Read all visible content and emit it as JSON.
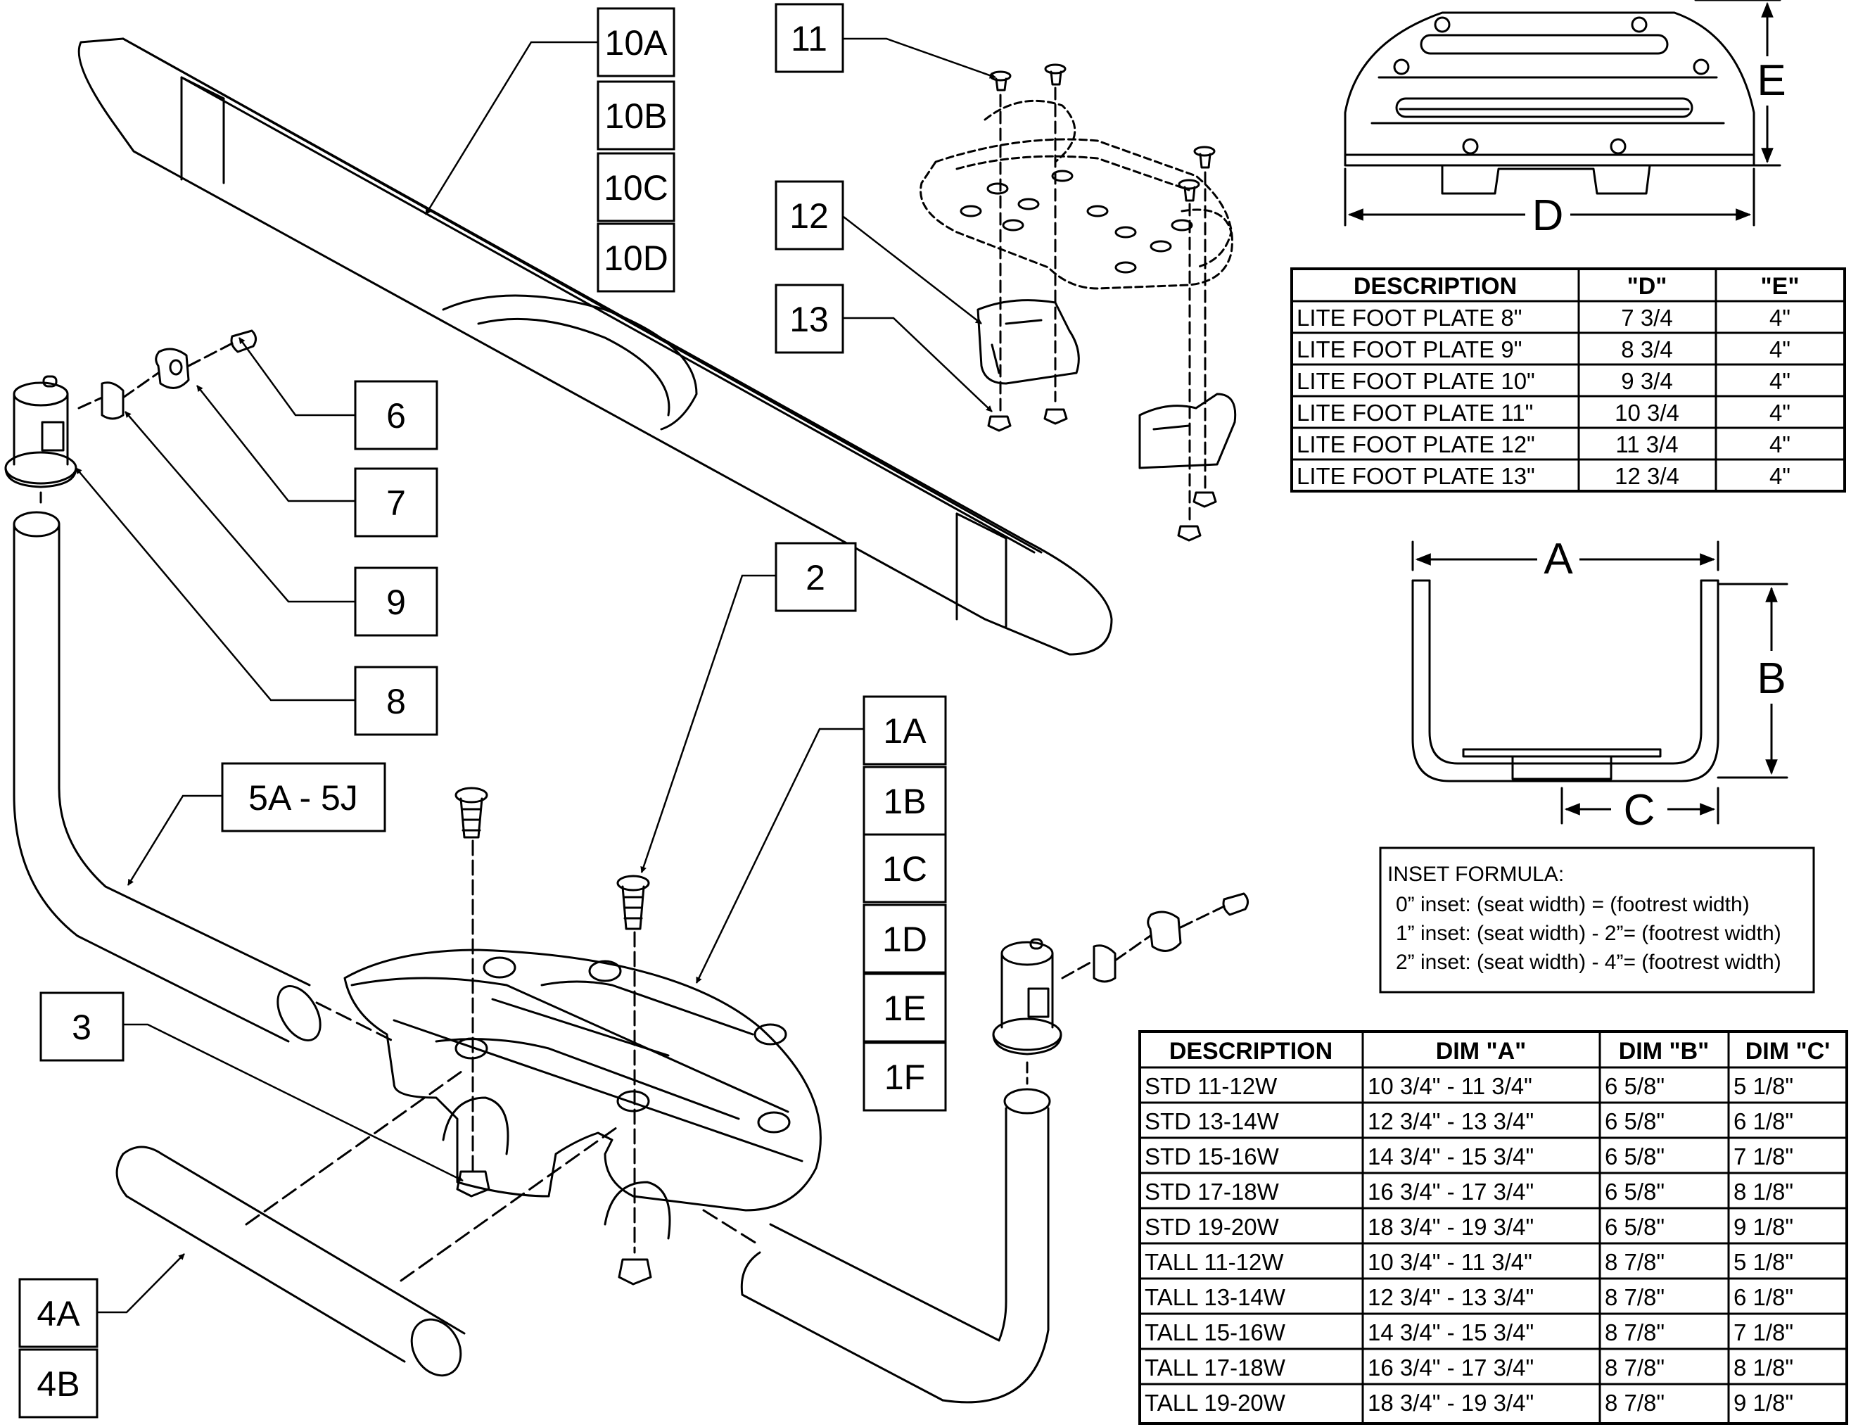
{
  "callouts": {
    "c10A": "10A",
    "c10B": "10B",
    "c10C": "10C",
    "c10D": "10D",
    "c11": "11",
    "c12": "12",
    "c13": "13",
    "c6": "6",
    "c7": "7",
    "c9": "9",
    "c8": "8",
    "c2": "2",
    "c1A": "1A",
    "c1B": "1B",
    "c1C": "1C",
    "c1D": "1D",
    "c1E": "1E",
    "c1F": "1F",
    "c5": "5A - 5J",
    "c3": "3",
    "c4A": "4A",
    "c4B": "4B"
  },
  "dims": {
    "A": "A",
    "B": "B",
    "C": "C",
    "D": "D",
    "E": "E"
  },
  "plate_table": {
    "headers": [
      "DESCRIPTION",
      "\"D\"",
      "\"E\""
    ],
    "rows": [
      [
        "LITE FOOT PLATE 8\"",
        "7 3/4",
        "4\""
      ],
      [
        "LITE FOOT PLATE 9\"",
        "8 3/4",
        "4\""
      ],
      [
        "LITE FOOT PLATE 10\"",
        "9 3/4",
        "4\""
      ],
      [
        "LITE FOOT PLATE 11\"",
        "10 3/4",
        "4\""
      ],
      [
        "LITE FOOT PLATE 12\"",
        "11 3/4",
        "4\""
      ],
      [
        "LITE FOOT PLATE 13\"",
        "12 3/4",
        "4\""
      ]
    ]
  },
  "inset_note": {
    "title": "INSET FORMULA:",
    "lines": [
      "0” inset: (seat width)      = (footrest width)",
      "1” inset: (seat width) - 2”= (footrest width)",
      "2” inset: (seat width) - 4”= (footrest width)"
    ]
  },
  "dim_table": {
    "headers": [
      "DESCRIPTION",
      "DIM \"A\"",
      "DIM \"B\"",
      "DIM \"C'"
    ],
    "rows": [
      [
        "STD 11-12W",
        "10 3/4\" - 11 3/4\"",
        "6 5/8\"",
        "5 1/8\""
      ],
      [
        "STD 13-14W",
        "12 3/4\" - 13 3/4\"",
        "6 5/8\"",
        "6 1/8\""
      ],
      [
        "STD 15-16W",
        "14 3/4\" - 15 3/4\"",
        "6 5/8\"",
        "7 1/8\""
      ],
      [
        "STD 17-18W",
        "16 3/4\" - 17 3/4\"",
        "6 5/8\"",
        "8 1/8\""
      ],
      [
        "STD 19-20W",
        "18 3/4\" - 19 3/4\"",
        "6 5/8\"",
        "9 1/8\""
      ],
      [
        "TALL 11-12W",
        "10 3/4\" - 11 3/4\"",
        "8 7/8\"",
        "5 1/8\""
      ],
      [
        "TALL 13-14W",
        "12 3/4\" - 13 3/4\"",
        "8 7/8\"",
        "6 1/8\""
      ],
      [
        "TALL 15-16W",
        "14 3/4\" - 15 3/4\"",
        "8 7/8\"",
        "7 1/8\""
      ],
      [
        "TALL 17-18W",
        "16 3/4\" - 17 3/4\"",
        "8 7/8\"",
        "8 1/8\""
      ],
      [
        "TALL 19-20W",
        "18 3/4\" - 19 3/4\"",
        "8 7/8\"",
        "9 1/8\""
      ]
    ]
  }
}
